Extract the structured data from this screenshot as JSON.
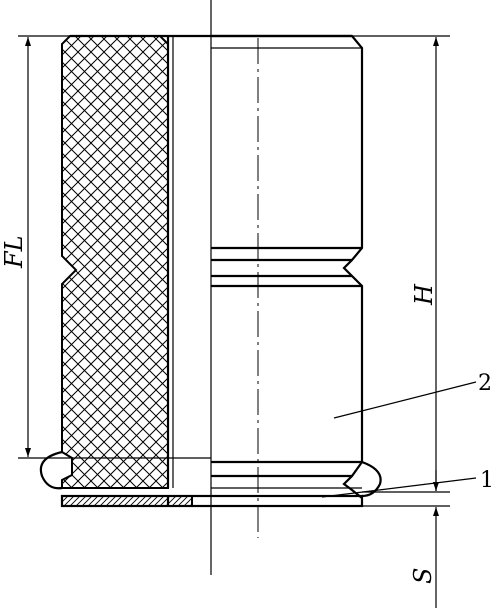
{
  "labels": {
    "free_length": "FL",
    "height": "H",
    "thickness": "S"
  },
  "callouts": [
    {
      "number": "1"
    },
    {
      "number": "2"
    }
  ],
  "colors": {
    "line": "#000000",
    "background": "#ffffff"
  }
}
